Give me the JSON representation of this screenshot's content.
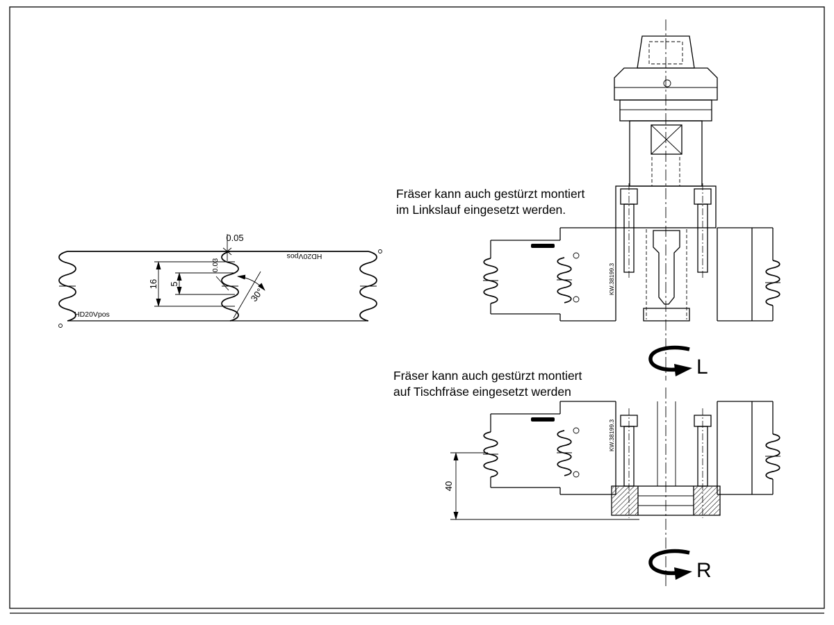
{
  "left_view": {
    "product_label": "HD20Vpos",
    "product_label_inverted": "HD20Vpos",
    "dim_flatness": "0.05",
    "dim_runout": "0.03",
    "dim_16": "16",
    "dim_5": "5",
    "dim_angle": "30°"
  },
  "top_assembly": {
    "note": {
      "line1": "Fräser kann auch gestürzt montiert",
      "line2": "im Linkslauf eingesetzt werden."
    },
    "part_number": "KW.38199.3",
    "rotation_label": "L"
  },
  "bottom_assembly": {
    "note": {
      "line1": "Fräser kann auch gestürzt montiert",
      "line2": "auf Tischfräse eingesetzt werden"
    },
    "part_number": "KW.38199.3",
    "rotation_label": "R",
    "dim_40": "40"
  },
  "colors": {
    "line": "#000000",
    "background": "#ffffff"
  }
}
